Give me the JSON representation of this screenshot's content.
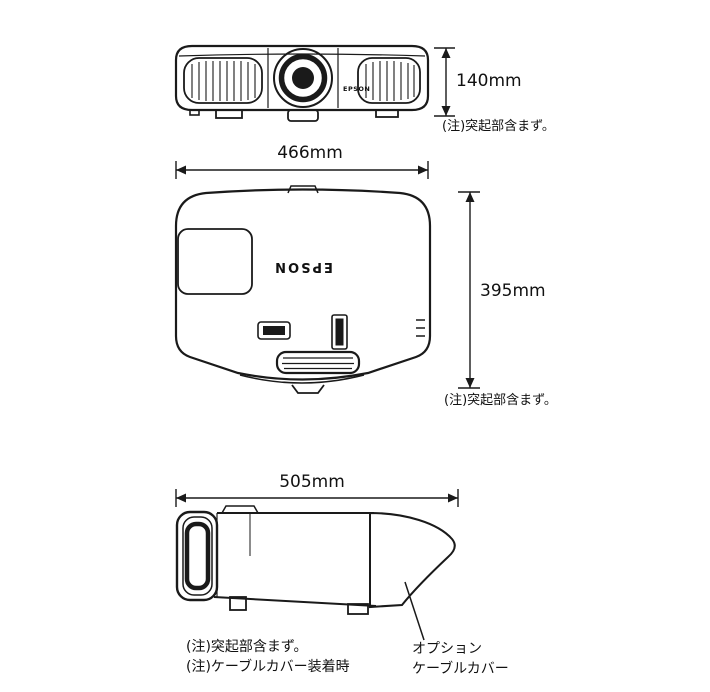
{
  "brand": "EPSON",
  "front_view": {
    "height_label": "140mm",
    "note": "(注)突起部含まず。"
  },
  "top_view": {
    "width_label": "466mm",
    "depth_label": "395mm",
    "note": "(注)突起部含まず。"
  },
  "side_view": {
    "length_label": "505mm",
    "note_protrusions": "(注)突起部含まず。",
    "note_cover": "(注)ケーブルカバー装着時",
    "callout_line1": "オプション",
    "callout_line2": "ケーブルカバー"
  },
  "colors": {
    "line": "#1a1a1a",
    "background": "#ffffff"
  }
}
